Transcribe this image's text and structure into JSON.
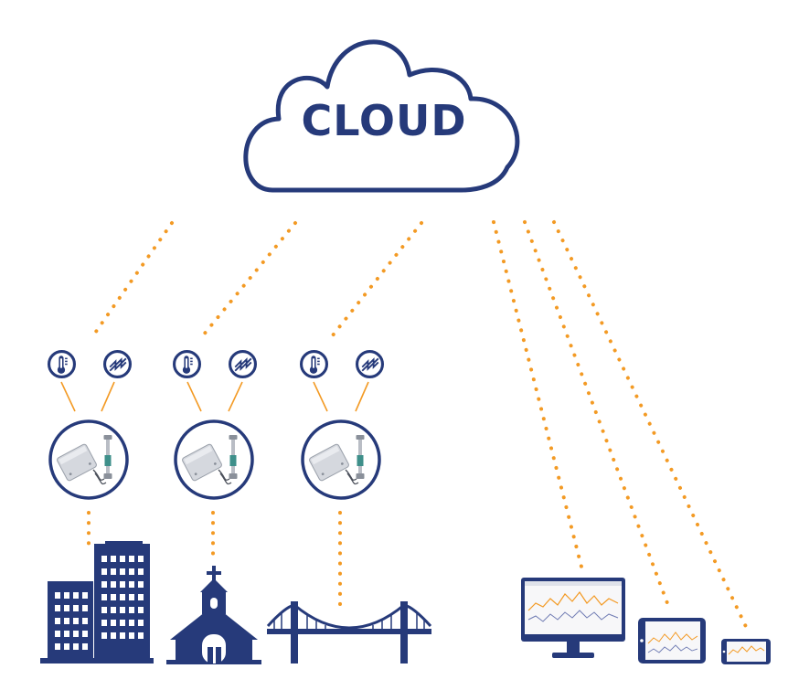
{
  "cloud": {
    "label": "CLOUD"
  },
  "colors": {
    "navy": "#263a7a",
    "dots": "#f39a24",
    "connector": "#f39a24",
    "white": "#ffffff",
    "sensor_body": "#c9ccd3",
    "cable": "#3e8f8a",
    "chart_bg": "#f7f7f9",
    "chart_line_a": "#f39a24",
    "chart_line_b": "#6f7bb3"
  },
  "sites": [
    {
      "name": "building",
      "icons": [
        "thermometer-icon",
        "vibration-icon"
      ],
      "device": "wireless-sensor"
    },
    {
      "name": "church",
      "icons": [
        "thermometer-icon",
        "vibration-icon"
      ],
      "device": "wireless-sensor"
    },
    {
      "name": "bridge",
      "icons": [
        "thermometer-icon",
        "vibration-icon"
      ],
      "device": "wireless-sensor"
    }
  ],
  "clients": [
    "desktop-monitor",
    "tablet",
    "smartphone"
  ]
}
